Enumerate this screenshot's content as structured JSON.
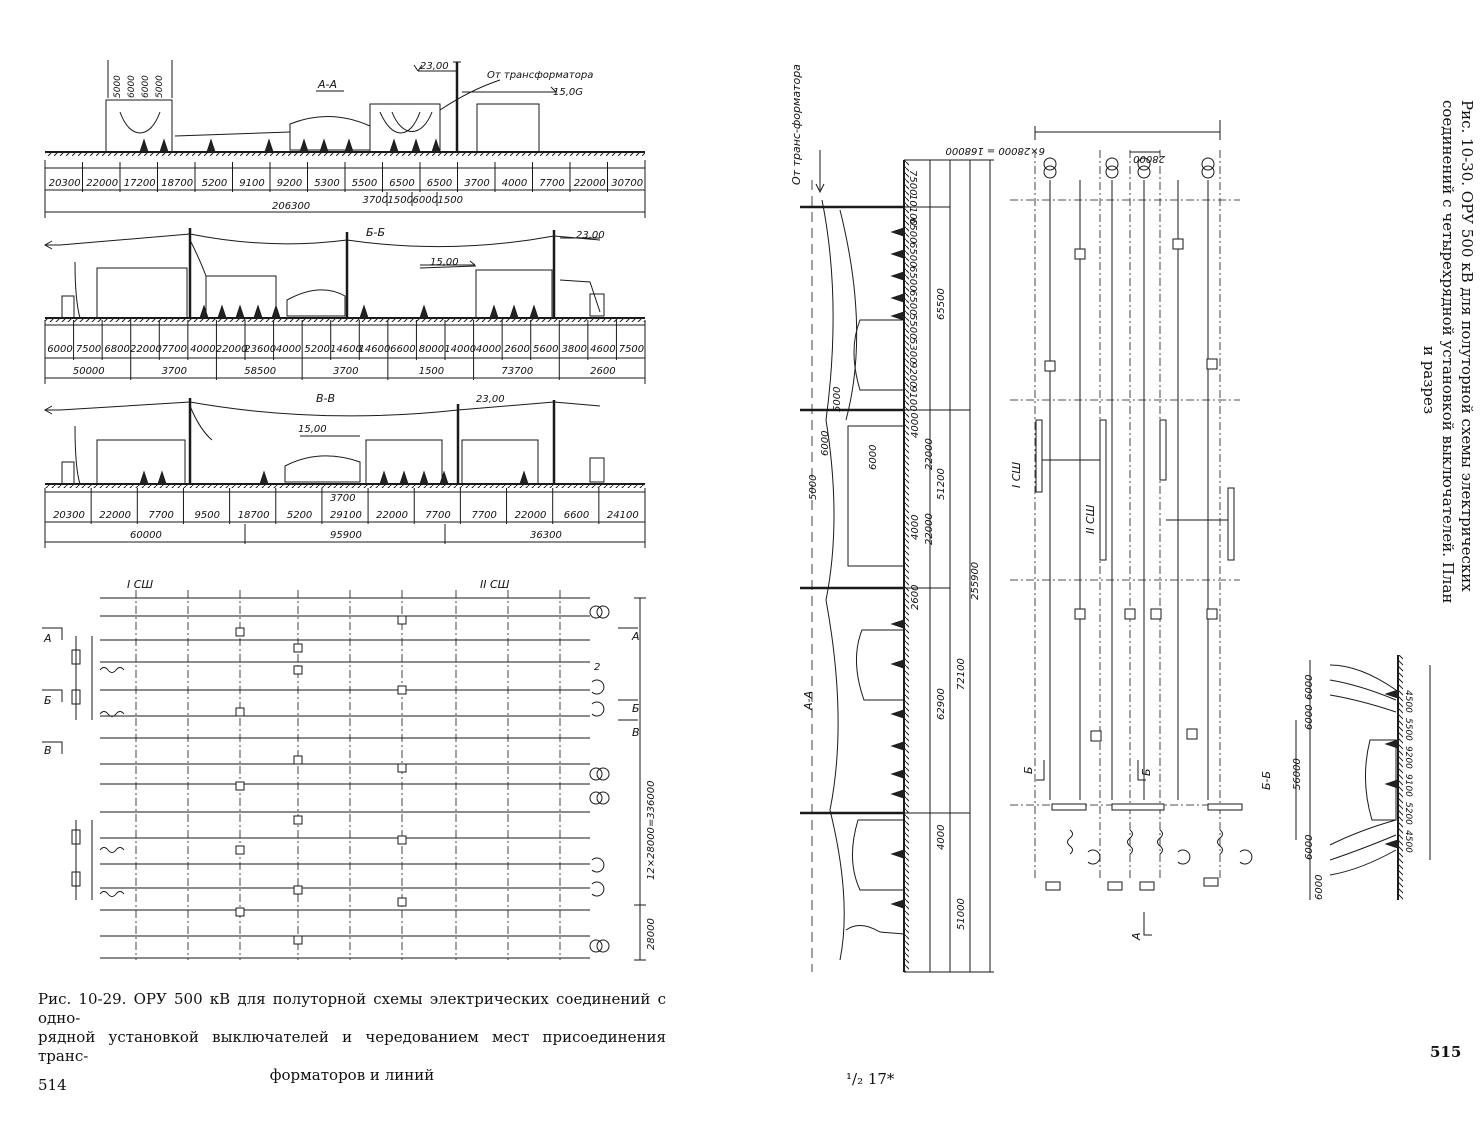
{
  "left_page": {
    "number": "514",
    "caption": [
      "Рис. 10-29. ОРУ 500 кВ для полуторной схемы электрических соединений с одно-",
      "рядной установкой выключателей и чередованием мест присоединения транс-",
      "форматоров и линий"
    ],
    "section_aa": {
      "title": "А-А",
      "elev_top": "23,00",
      "elev_mid": "15,0G",
      "from_transformer": "От трансформатора",
      "top_dims": [
        "5000",
        "6000",
        "6000",
        "5000"
      ],
      "row1": [
        "20300",
        "22000",
        "17200",
        "18700",
        "5200",
        "9100",
        "9200",
        "5300",
        "5500",
        "6500",
        "6500",
        "3700",
        "4000",
        "7700",
        "22000",
        "30700"
      ],
      "row2": [
        "3700",
        "1500",
        "6000",
        "1500"
      ],
      "total": "206300"
    },
    "section_bb": {
      "title": "Б-Б",
      "elev_top": "23,00",
      "elev_mid": "15,00",
      "row1": [
        "6000",
        "7500",
        "6800",
        "22000",
        "7700",
        "4000",
        "22000",
        "23600",
        "4000",
        "5200",
        "14600",
        "14600",
        "6600",
        "8000",
        "14000",
        "4000",
        "2600",
        "5600",
        "3800",
        "4600",
        "7500"
      ],
      "row2": [
        "50000",
        "3700",
        "58500",
        "3700",
        "1500",
        "73700",
        "2600"
      ]
    },
    "section_vv": {
      "title": "В-В",
      "elev_top": "23,00",
      "elev_mid": "15,00",
      "row1": [
        "20300",
        "22000",
        "7700",
        "9500",
        "18700",
        "5200",
        "29100",
        "22000",
        "7700",
        "7700",
        "22000",
        "6600",
        "24100"
      ],
      "mid": "3700",
      "row2": [
        "60000",
        "95900",
        "36300"
      ]
    },
    "plan": {
      "bus1": "I СШ",
      "bus2": "II СШ",
      "sec_a": "А",
      "sec_b": "Б",
      "sec_v": "В",
      "label_2": "2",
      "dim_total": "12×28000=336000",
      "dim_bay": "28000"
    }
  },
  "right_page": {
    "number": "515",
    "signature": "¹/₂ 17*",
    "caption": [
      "Рис. 10-30. ОРУ 500 кВ для полуторной схемы электрических",
      "соединений с четырехрядной установкой выключателей. План",
      "и разрез"
    ],
    "section_aa": {
      "from_transformer": "От транс-форматора",
      "label": "А-А",
      "top_dims": [
        "5000",
        "6000",
        "5000"
      ],
      "small": [
        "6000",
        "4000",
        "22000",
        "4000",
        "22000",
        "2600"
      ],
      "dims_a": [
        "7500",
        "10100",
        "6500",
        "6500",
        "6500",
        "6500",
        "5500",
        "5300",
        "9200",
        "9100"
      ],
      "dims_b": [
        "65500",
        "51200",
        "255900",
        "62900",
        "72100",
        "4000",
        "51000"
      ]
    },
    "plan": {
      "bus1": "I СШ",
      "bus2": "II СШ",
      "total": "6×28000 = 168000",
      "bay": "28000",
      "sec_b": "Б",
      "sec_bb": "Б-Б",
      "sec_a": "А"
    },
    "section_bb": {
      "dims": [
        "6000",
        "6000",
        "56000",
        "6000",
        "6000"
      ],
      "small": [
        "4500",
        "5500",
        "9200",
        "9100",
        "5200",
        "4500"
      ]
    }
  }
}
